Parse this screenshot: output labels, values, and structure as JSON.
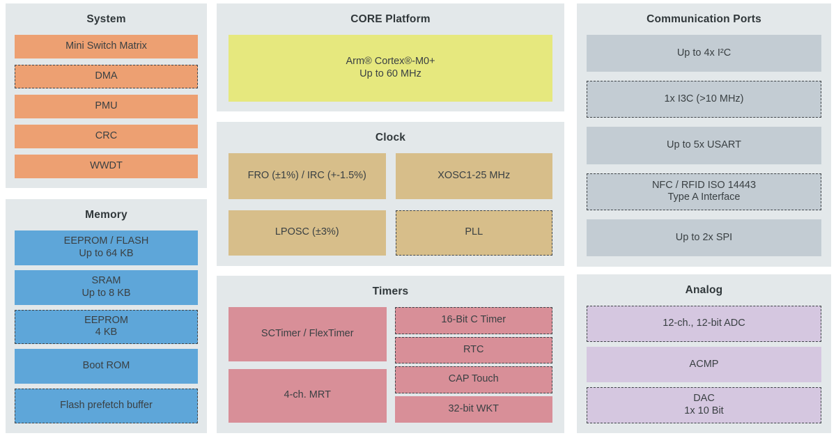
{
  "colors": {
    "page_background": "#ffffff",
    "panel_background": "#e3e8ea",
    "title_text": "#30373a",
    "block_text": "#3a4043",
    "dashed_border": "#3e4347",
    "system": "#eda072",
    "memory": "#5ea6d9",
    "core": "#e6e87e",
    "clock": "#d7be8a",
    "timers": "#d88f98",
    "communication": "#c3ccd3",
    "analog": "#d5c7e0"
  },
  "sections": {
    "system": {
      "title": "System",
      "color": "#eda072",
      "blocks": [
        {
          "label": "Mini Switch Matrix",
          "dashed": false
        },
        {
          "label": "DMA",
          "dashed": true
        },
        {
          "label": "PMU",
          "dashed": false
        },
        {
          "label": "CRC",
          "dashed": false
        },
        {
          "label": "WWDT",
          "dashed": false
        }
      ]
    },
    "memory": {
      "title": "Memory",
      "color": "#5ea6d9",
      "blocks": [
        {
          "label": "EEPROM / FLASH",
          "sub": "Up to 64 KB",
          "dashed": false
        },
        {
          "label": "SRAM",
          "sub": "Up to 8 KB",
          "dashed": false
        },
        {
          "label": "EEPROM",
          "sub": "4 KB",
          "dashed": true
        },
        {
          "label": "Boot ROM",
          "dashed": false
        },
        {
          "label": "Flash prefetch buffer",
          "dashed": true
        }
      ]
    },
    "core": {
      "title": "CORE Platform",
      "color": "#e6e87e",
      "blocks": [
        {
          "label": "Arm® Cortex®-M0+",
          "sub": "Up to 60 MHz",
          "dashed": false
        }
      ]
    },
    "clock": {
      "title": "Clock",
      "color": "#d7be8a",
      "blocks": [
        {
          "label": "FRO (±1%) / IRC (+-1.5%)",
          "dashed": false
        },
        {
          "label": "XOSC1-25 MHz",
          "dashed": false
        },
        {
          "label": "LPOSC (±3%)",
          "dashed": false
        },
        {
          "label": "PLL",
          "dashed": true
        }
      ]
    },
    "timers": {
      "title": "Timers",
      "color": "#d88f98",
      "left": [
        {
          "label": "SCTimer / FlexTimer",
          "dashed": false
        },
        {
          "label": "4-ch. MRT",
          "dashed": false
        }
      ],
      "right": [
        {
          "label": "16-Bit C Timer",
          "dashed": true
        },
        {
          "label": "RTC",
          "dashed": true
        },
        {
          "label": "CAP Touch",
          "dashed": true
        },
        {
          "label": "32-bit WKT",
          "dashed": false
        }
      ]
    },
    "communication": {
      "title": "Communication Ports",
      "color": "#c3ccd3",
      "blocks": [
        {
          "label": "Up to 4x I²C",
          "dashed": false
        },
        {
          "label": "1x I3C (>10 MHz)",
          "dashed": true
        },
        {
          "label": "Up to 5x USART",
          "dashed": false
        },
        {
          "label": "NFC / RFID ISO 14443",
          "sub": "Type A Interface",
          "dashed": true
        },
        {
          "label": "Up to 2x SPI",
          "dashed": false
        }
      ]
    },
    "analog": {
      "title": "Analog",
      "color": "#d5c7e0",
      "blocks": [
        {
          "label": "12-ch., 12-bit ADC",
          "dashed": true
        },
        {
          "label": "ACMP",
          "dashed": false
        },
        {
          "label": "DAC",
          "sub": "1x 10 Bit",
          "dashed": true
        }
      ]
    }
  }
}
